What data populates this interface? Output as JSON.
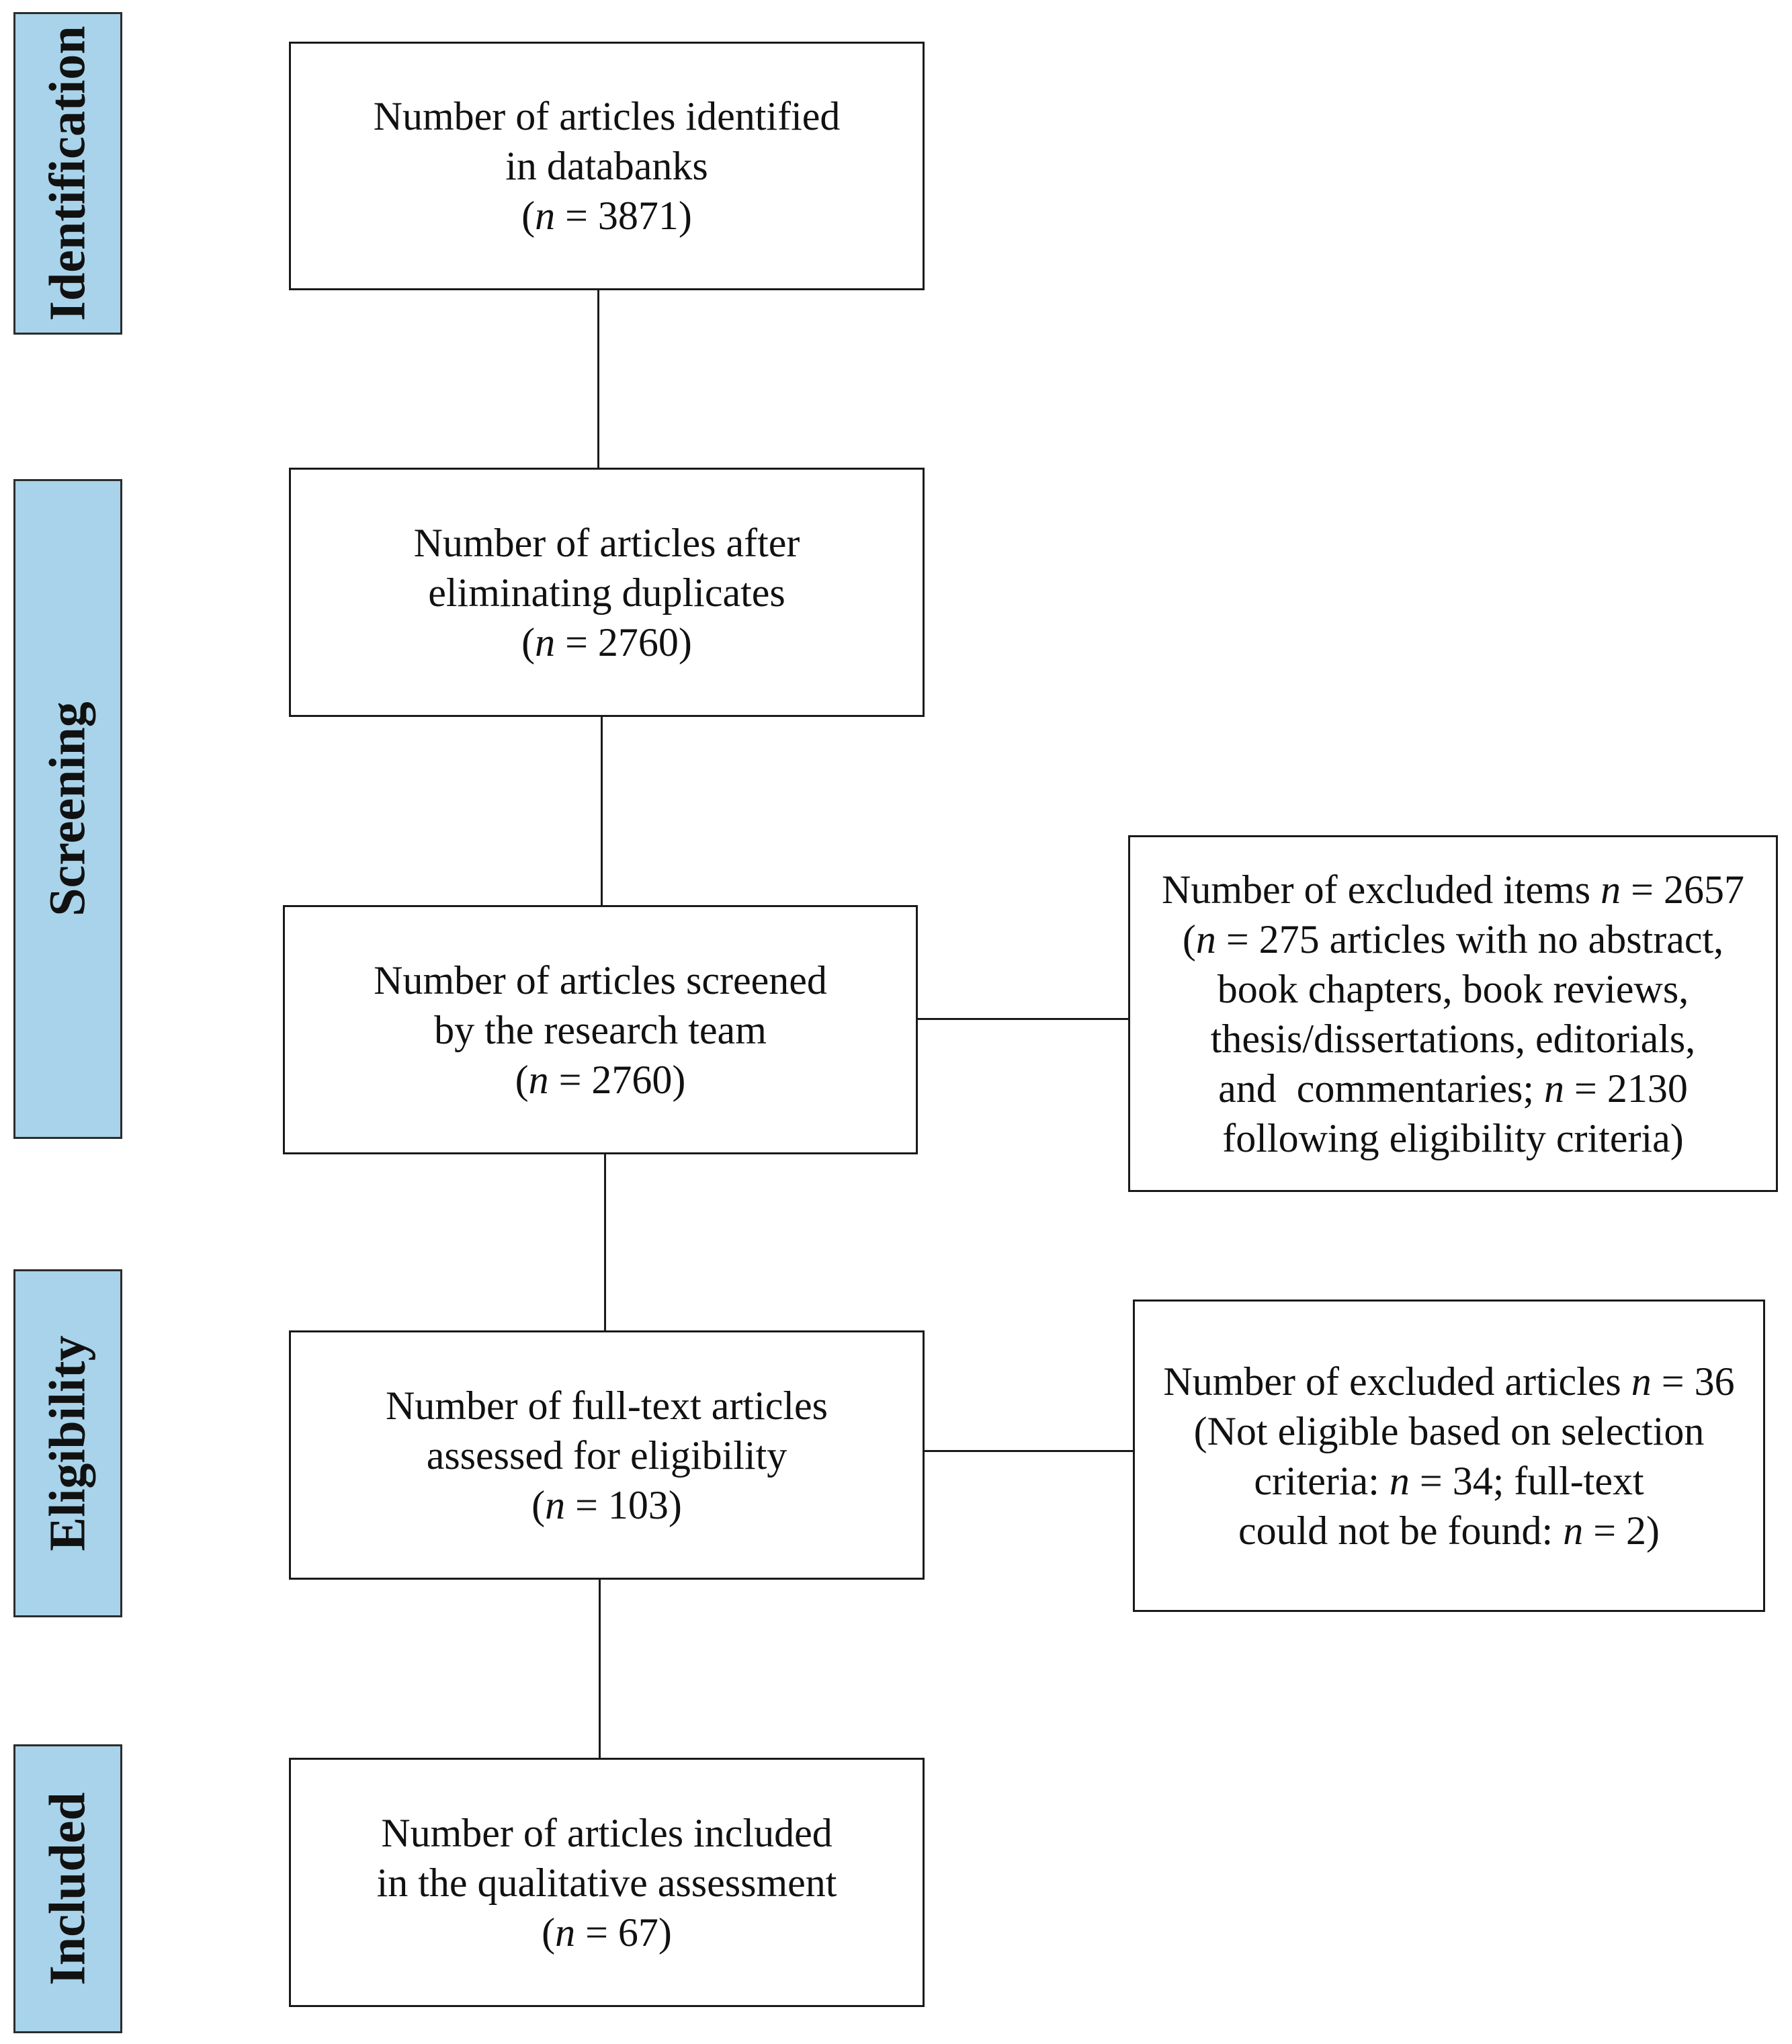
{
  "phases": {
    "identification": "Identification",
    "screening": "Screening",
    "eligibility": "Eligibility",
    "included": "Included"
  },
  "boxes": {
    "identified": {
      "line1": "Number of articles identified",
      "line2": "in databanks",
      "n_prefix": "(",
      "n_symbol": "n",
      "n_value": " = 3871)"
    },
    "after_duplicates": {
      "line1": "Number of articles after",
      "line2": "eliminating duplicates",
      "n_prefix": "(",
      "n_symbol": "n",
      "n_value": " = 2760)"
    },
    "screened": {
      "line1": "Number of articles screened",
      "line2": "by the research team",
      "n_prefix": "(",
      "n_symbol": "n",
      "n_value": " = 2760)"
    },
    "full_text": {
      "line1": "Number of full-text articles",
      "line2": "assessed for eligibility",
      "n_prefix": "(",
      "n_symbol": "n",
      "n_value": " = 103)"
    },
    "included": {
      "line1": "Number of articles included",
      "line2": "in the qualitative assessment",
      "n_prefix": "(",
      "n_symbol": "n",
      "n_value": " = 67)"
    },
    "excluded_items": {
      "l1_text": "Number of excluded items ",
      "l1_n": "n",
      "l1_value": " = 2657",
      "l2_prefix": "(",
      "l2_n": "n",
      "l2_text": " = 275 articles with no abstract,",
      "l3": "book chapters, book reviews,",
      "l4": "thesis/dissertations, editorials,",
      "l5_text": "and  commentaries; ",
      "l5_n": "n",
      "l5_value": " = 2130",
      "l6": "following eligibility criteria)"
    },
    "excluded_articles": {
      "l1_text": "Number of excluded articles ",
      "l1_n": "n",
      "l1_value": " = 36",
      "l2": "(Not eligible based on selection",
      "l3_text": "criteria: ",
      "l3_n": "n",
      "l3_value": " = 34; full-text",
      "l4_text": "could not be found: ",
      "l4_n": "n",
      "l4_value": " = 2)"
    }
  }
}
